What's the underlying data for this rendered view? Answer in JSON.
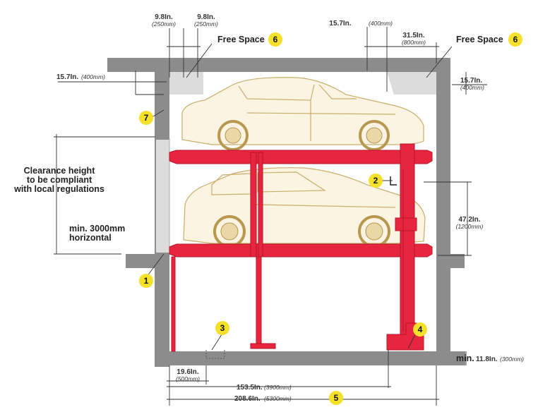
{
  "dimensions": {
    "top_left_1": {
      "in": "9.8In.",
      "mm": "(250mm)"
    },
    "top_left_2": {
      "in": "9.8In.",
      "mm": "(250mm)"
    },
    "top_right_1": {
      "in": "15.7In.",
      "mm": "(400mm)"
    },
    "top_right_2": {
      "in": "31.5In.",
      "mm": "(800mm)"
    },
    "left_ceiling": {
      "in": "15.7In.",
      "mm": "(400mm)"
    },
    "right_ceiling": {
      "in": "15.7In.",
      "mm": "(400mm)"
    },
    "platform_height": {
      "in": "47.2In.",
      "mm": "(1200mm)"
    },
    "pit_depth": {
      "prefix": "min.",
      "in": "11.8In.",
      "mm": "(300mm)"
    },
    "drain_width": {
      "in": "19.6In.",
      "mm": "(500mm)"
    },
    "post_distance": {
      "in": "153.5In.",
      "mm": "(3900mm)"
    },
    "total_width": {
      "in": "208.6In.",
      "mm": "(5300mm)"
    }
  },
  "labels": {
    "free_space_left": "Free Space",
    "free_space_right": "Free Space",
    "clearance_line1": "Clearance height",
    "clearance_line2": "to be compliant",
    "clearance_line3": "with local regulations",
    "horizontal_line1": "min. 3000mm",
    "horizontal_line2": "horizontal"
  },
  "badges": {
    "b1": "1",
    "b2": "2",
    "b3": "3",
    "b4": "4",
    "b5": "5",
    "b6_left": "6",
    "b6_right": "6",
    "b7": "7"
  },
  "colors": {
    "lift_red": "#e8253f",
    "badge_yellow": "#f5e02a",
    "wall_gray": "#8c8c8c",
    "free_space_gray": "#dcdcdc",
    "car_outline": "#c9ad6a"
  }
}
